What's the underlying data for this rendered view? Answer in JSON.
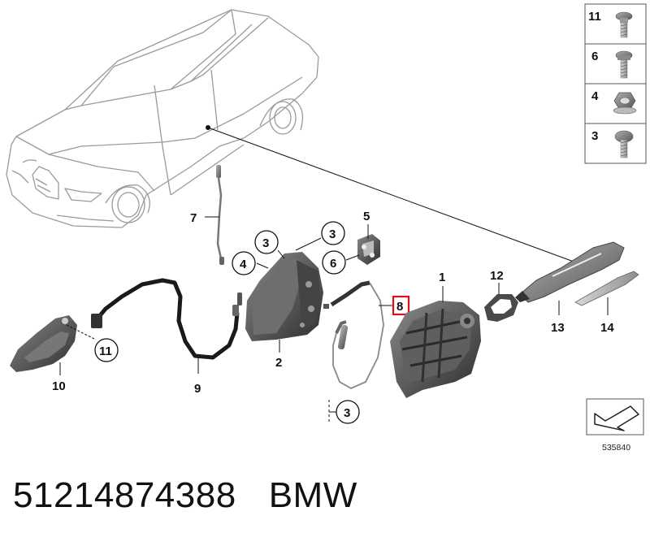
{
  "diagram": {
    "callouts": [
      {
        "id": "c7",
        "label": "7"
      },
      {
        "id": "c5",
        "label": "5"
      },
      {
        "id": "c3a",
        "label": "3"
      },
      {
        "id": "c3b",
        "label": "3"
      },
      {
        "id": "c4",
        "label": "4"
      },
      {
        "id": "c6",
        "label": "6"
      },
      {
        "id": "c1",
        "label": "1"
      },
      {
        "id": "c12",
        "label": "12"
      },
      {
        "id": "c8",
        "label": "8"
      },
      {
        "id": "c11",
        "label": "11"
      },
      {
        "id": "c2",
        "label": "2"
      },
      {
        "id": "c10",
        "label": "10"
      },
      {
        "id": "c9",
        "label": "9"
      },
      {
        "id": "c3c",
        "label": "3"
      },
      {
        "id": "c13",
        "label": "13"
      },
      {
        "id": "c14",
        "label": "14"
      }
    ],
    "legend": [
      {
        "label": "11",
        "part": "screw-flange-icon"
      },
      {
        "label": "6",
        "part": "screw-hex-icon"
      },
      {
        "label": "4",
        "part": "hex-nut-icon"
      },
      {
        "label": "3",
        "part": "screw-round-icon"
      }
    ],
    "highlight_color": "#e0101a",
    "reference_number": "535840"
  },
  "caption": {
    "part_number": "51214874388",
    "brand": "BMW"
  }
}
